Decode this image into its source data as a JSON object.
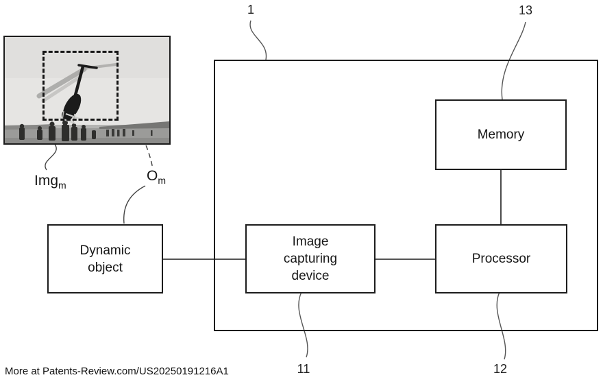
{
  "figure": {
    "refs": {
      "system": "1",
      "image_capturing_device": "11",
      "processor": "12",
      "memory": "13"
    },
    "boxes": {
      "dynamic_object": "Dynamic object",
      "image_capturing_device": "Image capturing device",
      "memory": "Memory",
      "processor": "Processor"
    },
    "annotations": {
      "image_label_base": "Img",
      "image_label_sub": "m",
      "object_label_base": "O",
      "object_label_sub": "m"
    }
  },
  "footer": {
    "credit": "More at Patents-Review.com/US20250191216A1"
  },
  "colors": {
    "line": "#1c1c1c",
    "background": "#ffffff",
    "photo_sky": "#e6e5e3",
    "photo_sea": "#9b9b99",
    "silhouette": "#2e2e2c"
  }
}
